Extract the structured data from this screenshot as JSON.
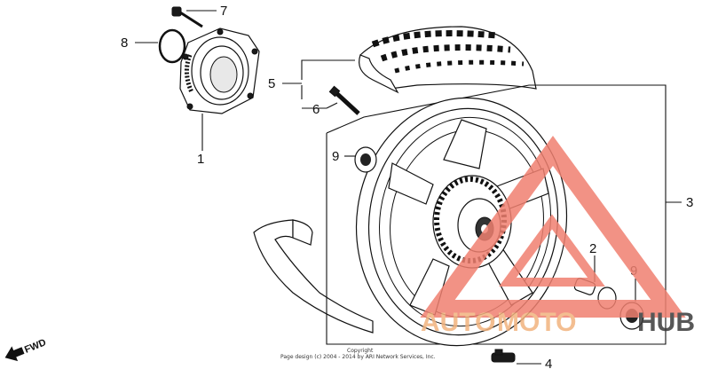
{
  "callouts": {
    "c1": "1",
    "c2": "2",
    "c3": "3",
    "c4": "4",
    "c5": "5",
    "c6": "6",
    "c7": "7",
    "c8": "8",
    "c9a": "9",
    "c9b": "9"
  },
  "copyright": {
    "line1": "Copyright",
    "line2": "Page design (c) 2004 - 2014 by ARI Network Services, Inc."
  },
  "fwd_label": "FWD",
  "watermark": {
    "part1": "AUTO",
    "part2": "MOTO",
    "part3": "HUB",
    "accent_color": "#f2b37e",
    "triangle_color": "#f08070"
  }
}
